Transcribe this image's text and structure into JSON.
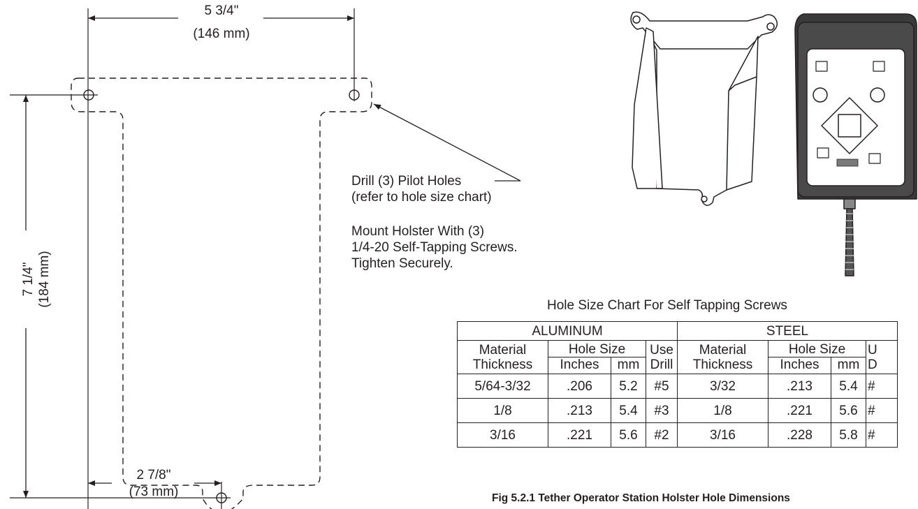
{
  "dimensions": {
    "top_width": {
      "imperial": "5 3/4\"",
      "metric": "(146 mm)"
    },
    "height": {
      "imperial": "7 1/4\"",
      "metric": "(184 mm)"
    },
    "bottom_offset": {
      "imperial": "2 7/8\"",
      "metric": "(73 mm)"
    }
  },
  "notes": {
    "drill_line1": "Drill (3) Pilot Holes",
    "drill_line2": "(refer to hole size chart)",
    "mount_line1": "Mount Holster With (3)",
    "mount_line2": "1/4-20 Self-Tapping Screws.",
    "mount_line3": "Tighten Securely."
  },
  "table": {
    "title": "Hole Size Chart For Self Tapping Screws",
    "groups": [
      "ALUMINUM",
      "STEEL"
    ],
    "header": {
      "material": "Material",
      "thickness": "Thickness",
      "hole_size": "Hole Size",
      "inches": "Inches",
      "mm": "mm",
      "use": "Use",
      "drill": "Drill",
      "use_cut": "U",
      "drill_cut": "D"
    },
    "aluminum_rows": [
      [
        "5/64-3/32",
        ".206",
        "5.2",
        "#5"
      ],
      [
        "1/8",
        ".213",
        "5.4",
        "#3"
      ],
      [
        "3/16",
        ".221",
        "5.6",
        "#2"
      ]
    ],
    "steel_rows": [
      [
        "3/32",
        ".213",
        "5.4",
        "#"
      ],
      [
        "1/8",
        ".221",
        "5.6",
        "#"
      ],
      [
        "3/16",
        ".228",
        "5.8",
        "#"
      ]
    ]
  },
  "caption": "Fig 5.2.1  Tether Operator Station Holster Hole Dimensions"
}
